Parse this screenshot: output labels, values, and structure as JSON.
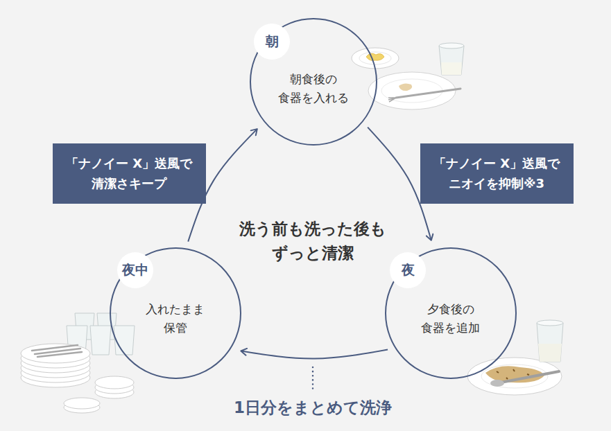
{
  "diagram": {
    "nodes": [
      {
        "text": [
          "朝",
          "朝食後の 食器を入れる"
        ]
      },
      {
        "text": [
          "「ナノイー X」送風で 清潔さキープ"
        ]
      },
      {
        "text": [
          "「ナノイー X」送風で ニオイを抑制※3"
        ]
      },
      {
        "text": [
          "夜中",
          "入れたまま 保管"
        ]
      },
      {
        "text": [
          "夜",
          "夕食後の 食器を追加"
        ]
      }
    ],
    "edges": [
      {
        "from": 0,
        "to": 4,
        "arrow": "to"
      },
      {
        "from": 4,
        "to": 3,
        "arrow": "to"
      },
      {
        "from": 3,
        "to": 0,
        "arrow": "to"
      }
    ],
    "labels": [
      "洗う前も洗った後も ずっと清潔",
      "1日分をまとめて洗浄"
    ]
  }
}
